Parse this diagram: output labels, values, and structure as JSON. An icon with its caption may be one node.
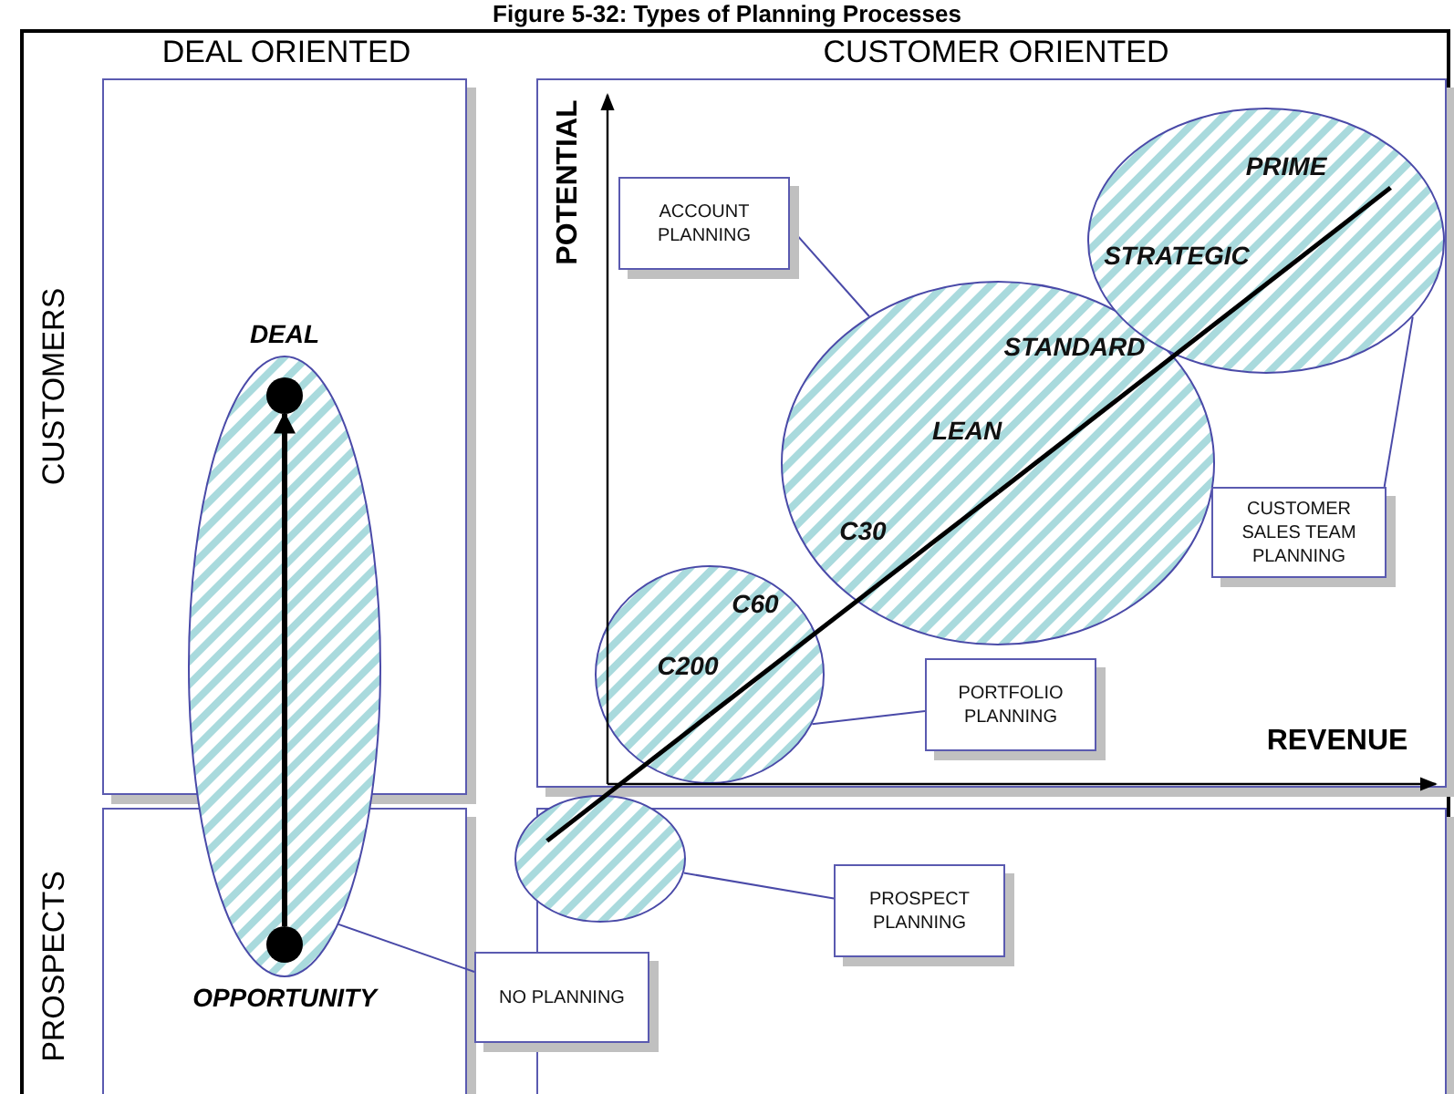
{
  "diagram": {
    "title": "Figure 5-32: Types of Planning Processes",
    "nodes": [
      {
        "text": [],
        "shape": "ellipse"
      },
      {
        "text": [],
        "shape": "circle",
        "in": 0,
        "beside": [
          "DEAL"
        ]
      },
      {
        "text": [],
        "shape": "circle",
        "in": 0,
        "beside": [
          "OPPORTUNITY"
        ]
      },
      {
        "text": [
          "NO PLANNING"
        ]
      },
      {
        "text": [],
        "shape": "ellipse"
      },
      {
        "text": [
          "PROSPECT PLANNING"
        ]
      },
      {
        "text": [
          "C60",
          "C200"
        ]
      },
      {
        "text": [
          "STANDARD",
          "LEAN",
          "C30"
        ]
      },
      {
        "text": [
          "PRIME",
          "STRATEGIC"
        ]
      },
      {
        "text": [
          "ACCOUNT PLANNING"
        ]
      },
      {
        "text": [
          "CUSTOMER SALES TEAM PLANNING"
        ]
      },
      {
        "text": [
          "PORTFOLIO PLANNING"
        ]
      }
    ],
    "edges": [
      {
        "from": 2,
        "to": 1,
        "arrow": "to",
        "style": "thick",
        "color": "#000000"
      },
      {
        "from": 3,
        "to": 0,
        "arrow": "none"
      },
      {
        "from": 5,
        "to": 4,
        "arrow": "none"
      },
      {
        "from": 9,
        "to": 7,
        "arrow": "none"
      },
      {
        "from": 10,
        "to": 8,
        "arrow": "none"
      },
      {
        "from": 11,
        "to": 6,
        "arrow": "none"
      },
      {
        "from": 4,
        "to": 6,
        "arrow": "none",
        "style": "thick",
        "color": "#000000"
      },
      {
        "from": 6,
        "to": 7,
        "arrow": "none",
        "style": "thick",
        "color": "#000000"
      },
      {
        "from": 7,
        "to": 8,
        "arrow": "none",
        "style": "thick",
        "color": "#000000"
      }
    ],
    "labels": [
      "DEAL ORIENTED",
      "CUSTOMER ORIENTED",
      "CUSTOMERS",
      "POTENTIAL",
      "REVENUE",
      "PROSPECTS"
    ]
  }
}
